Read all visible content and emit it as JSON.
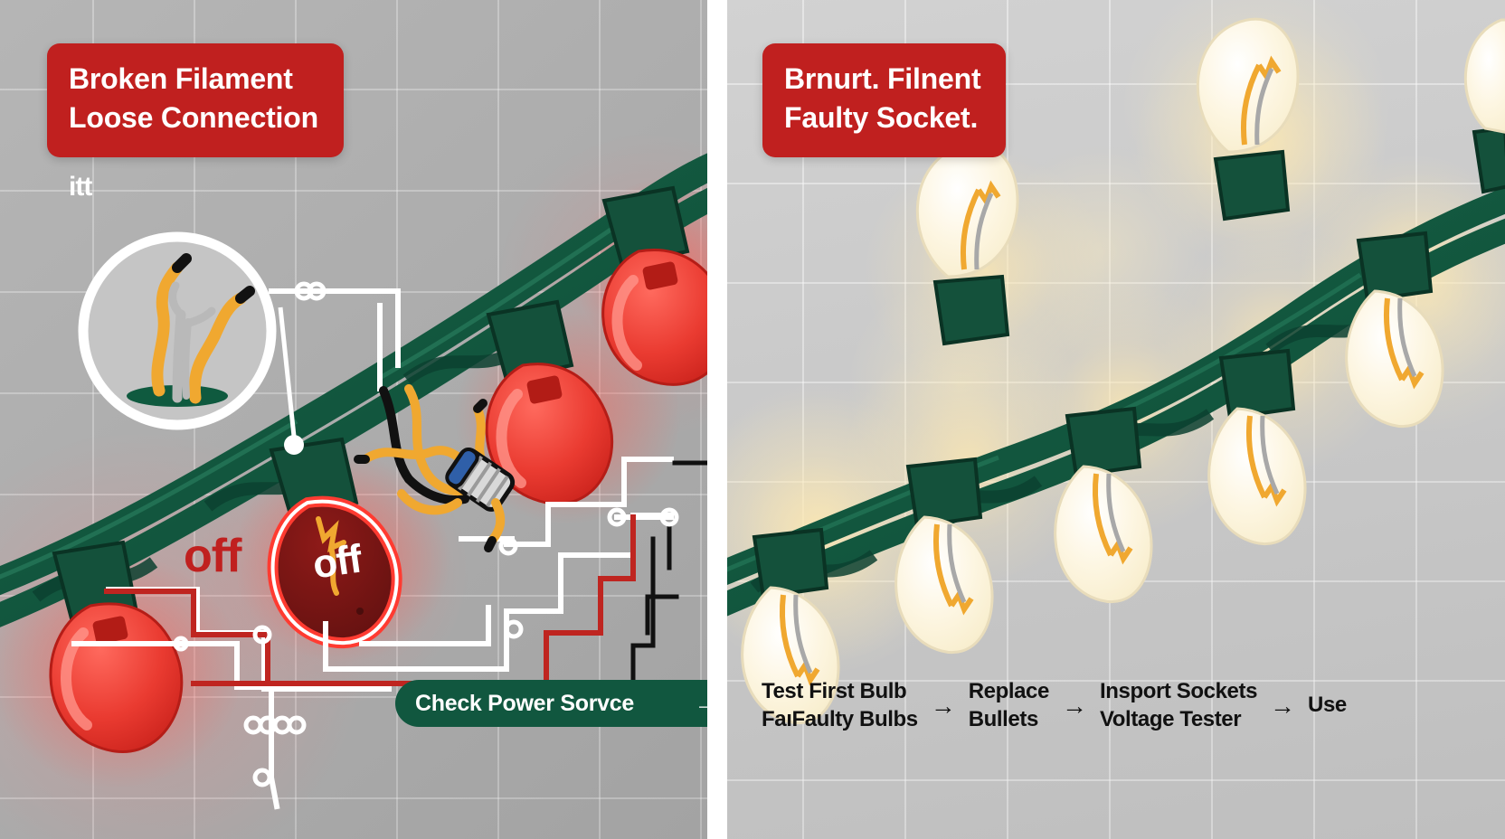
{
  "panels": {
    "left": {
      "banner": {
        "line1": "Broken Filament",
        "line2": "Loose Connection"
      },
      "fragment_text": "itt",
      "labels": {
        "off_plain": "off",
        "off_on_bulb": "off"
      },
      "cta": {
        "label": "Check Power Sorvce",
        "arrow": "→"
      },
      "colors": {
        "banner_bg": "#c0201f",
        "cta_bg": "#11573f",
        "wire_green": "#11573f",
        "bulb_red": "#e83a32"
      }
    },
    "right": {
      "banner": {
        "line1": "Brnurt. Filnent",
        "line2": "Faulty Socket."
      },
      "steps": [
        {
          "line1": "Test First Bulb",
          "line2": "FaıFaulty Bulbs"
        },
        {
          "line1": "Replace",
          "line2": "Bullets"
        },
        {
          "line1": "Insport Sockets",
          "line2": "Voltage Tester"
        },
        {
          "line1": "Use",
          "line2": ""
        }
      ],
      "arrow": "→",
      "colors": {
        "banner_bg": "#c0201f",
        "bulb_glow": "#fdf3d6",
        "filament": "#f0a830"
      }
    }
  },
  "background": {
    "left_bg": "#adadad",
    "right_bg": "#c9c9c9",
    "divider": "#ffffff"
  }
}
